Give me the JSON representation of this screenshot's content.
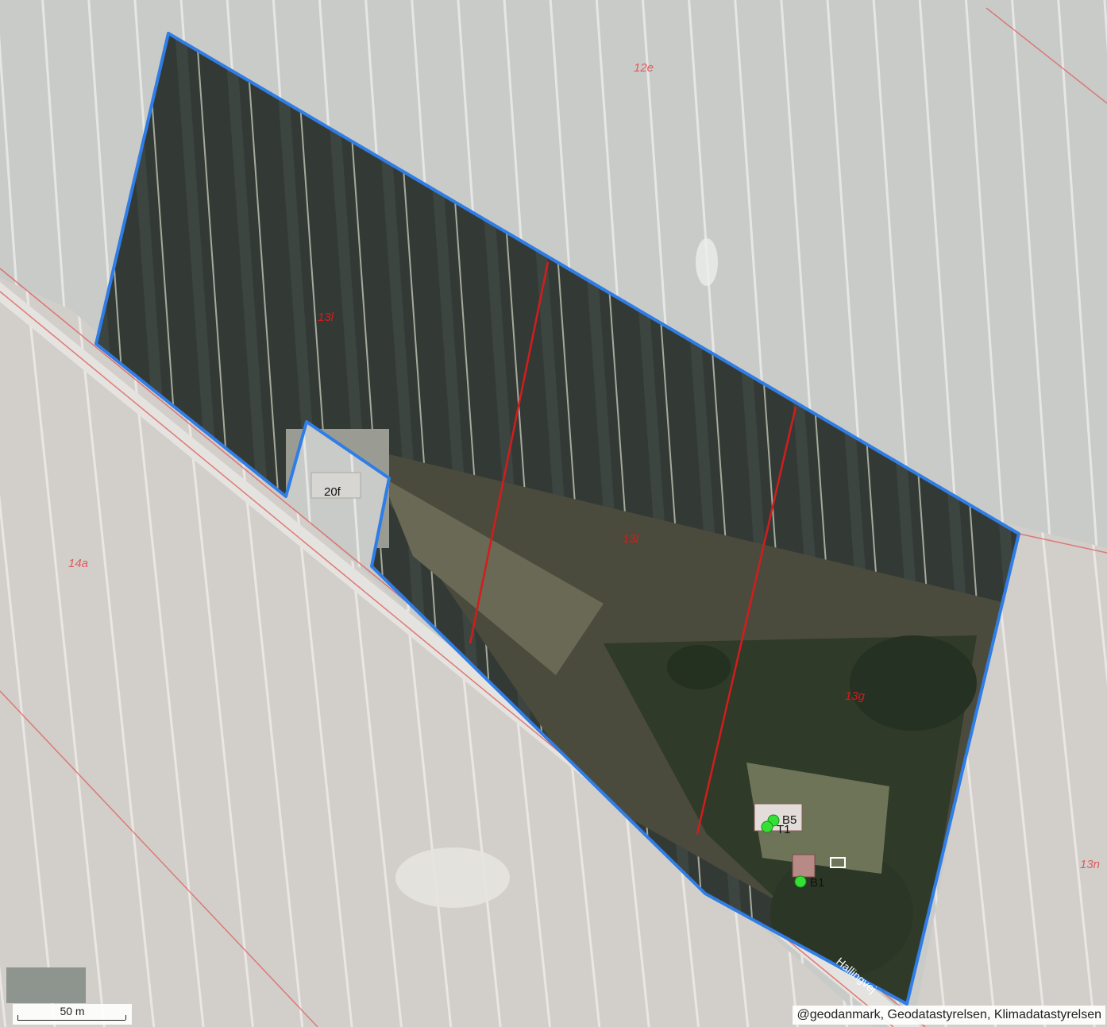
{
  "map": {
    "colors": {
      "field_light": "#c9cbc8",
      "field_pink": "#d8cfcb",
      "crop_dark": "#333a36",
      "parcel_outline": "#2f7de6",
      "cadastral_line": "#e05555",
      "cadastral_line_inside": "#d41c1c",
      "marker": "#35e035"
    },
    "parcel_labels": [
      {
        "id": "12e",
        "text": "12e"
      },
      {
        "id": "13l-a",
        "text": "13l"
      },
      {
        "id": "13l-b",
        "text": "13l"
      },
      {
        "id": "13g",
        "text": "13g"
      },
      {
        "id": "14a",
        "text": "14a"
      },
      {
        "id": "13n",
        "text": "13n"
      }
    ],
    "building_labels": [
      {
        "id": "20f",
        "text": "20f"
      },
      {
        "id": "b5",
        "text": "B5"
      },
      {
        "id": "t1",
        "text": "T1"
      },
      {
        "id": "b1",
        "text": "B1"
      }
    ],
    "road_label": "Hallingvej"
  },
  "scalebar": {
    "label": "50 m"
  },
  "attribution": {
    "text": "@geodanmark, Geodatastyrelsen, Klimadatastyrelsen"
  }
}
